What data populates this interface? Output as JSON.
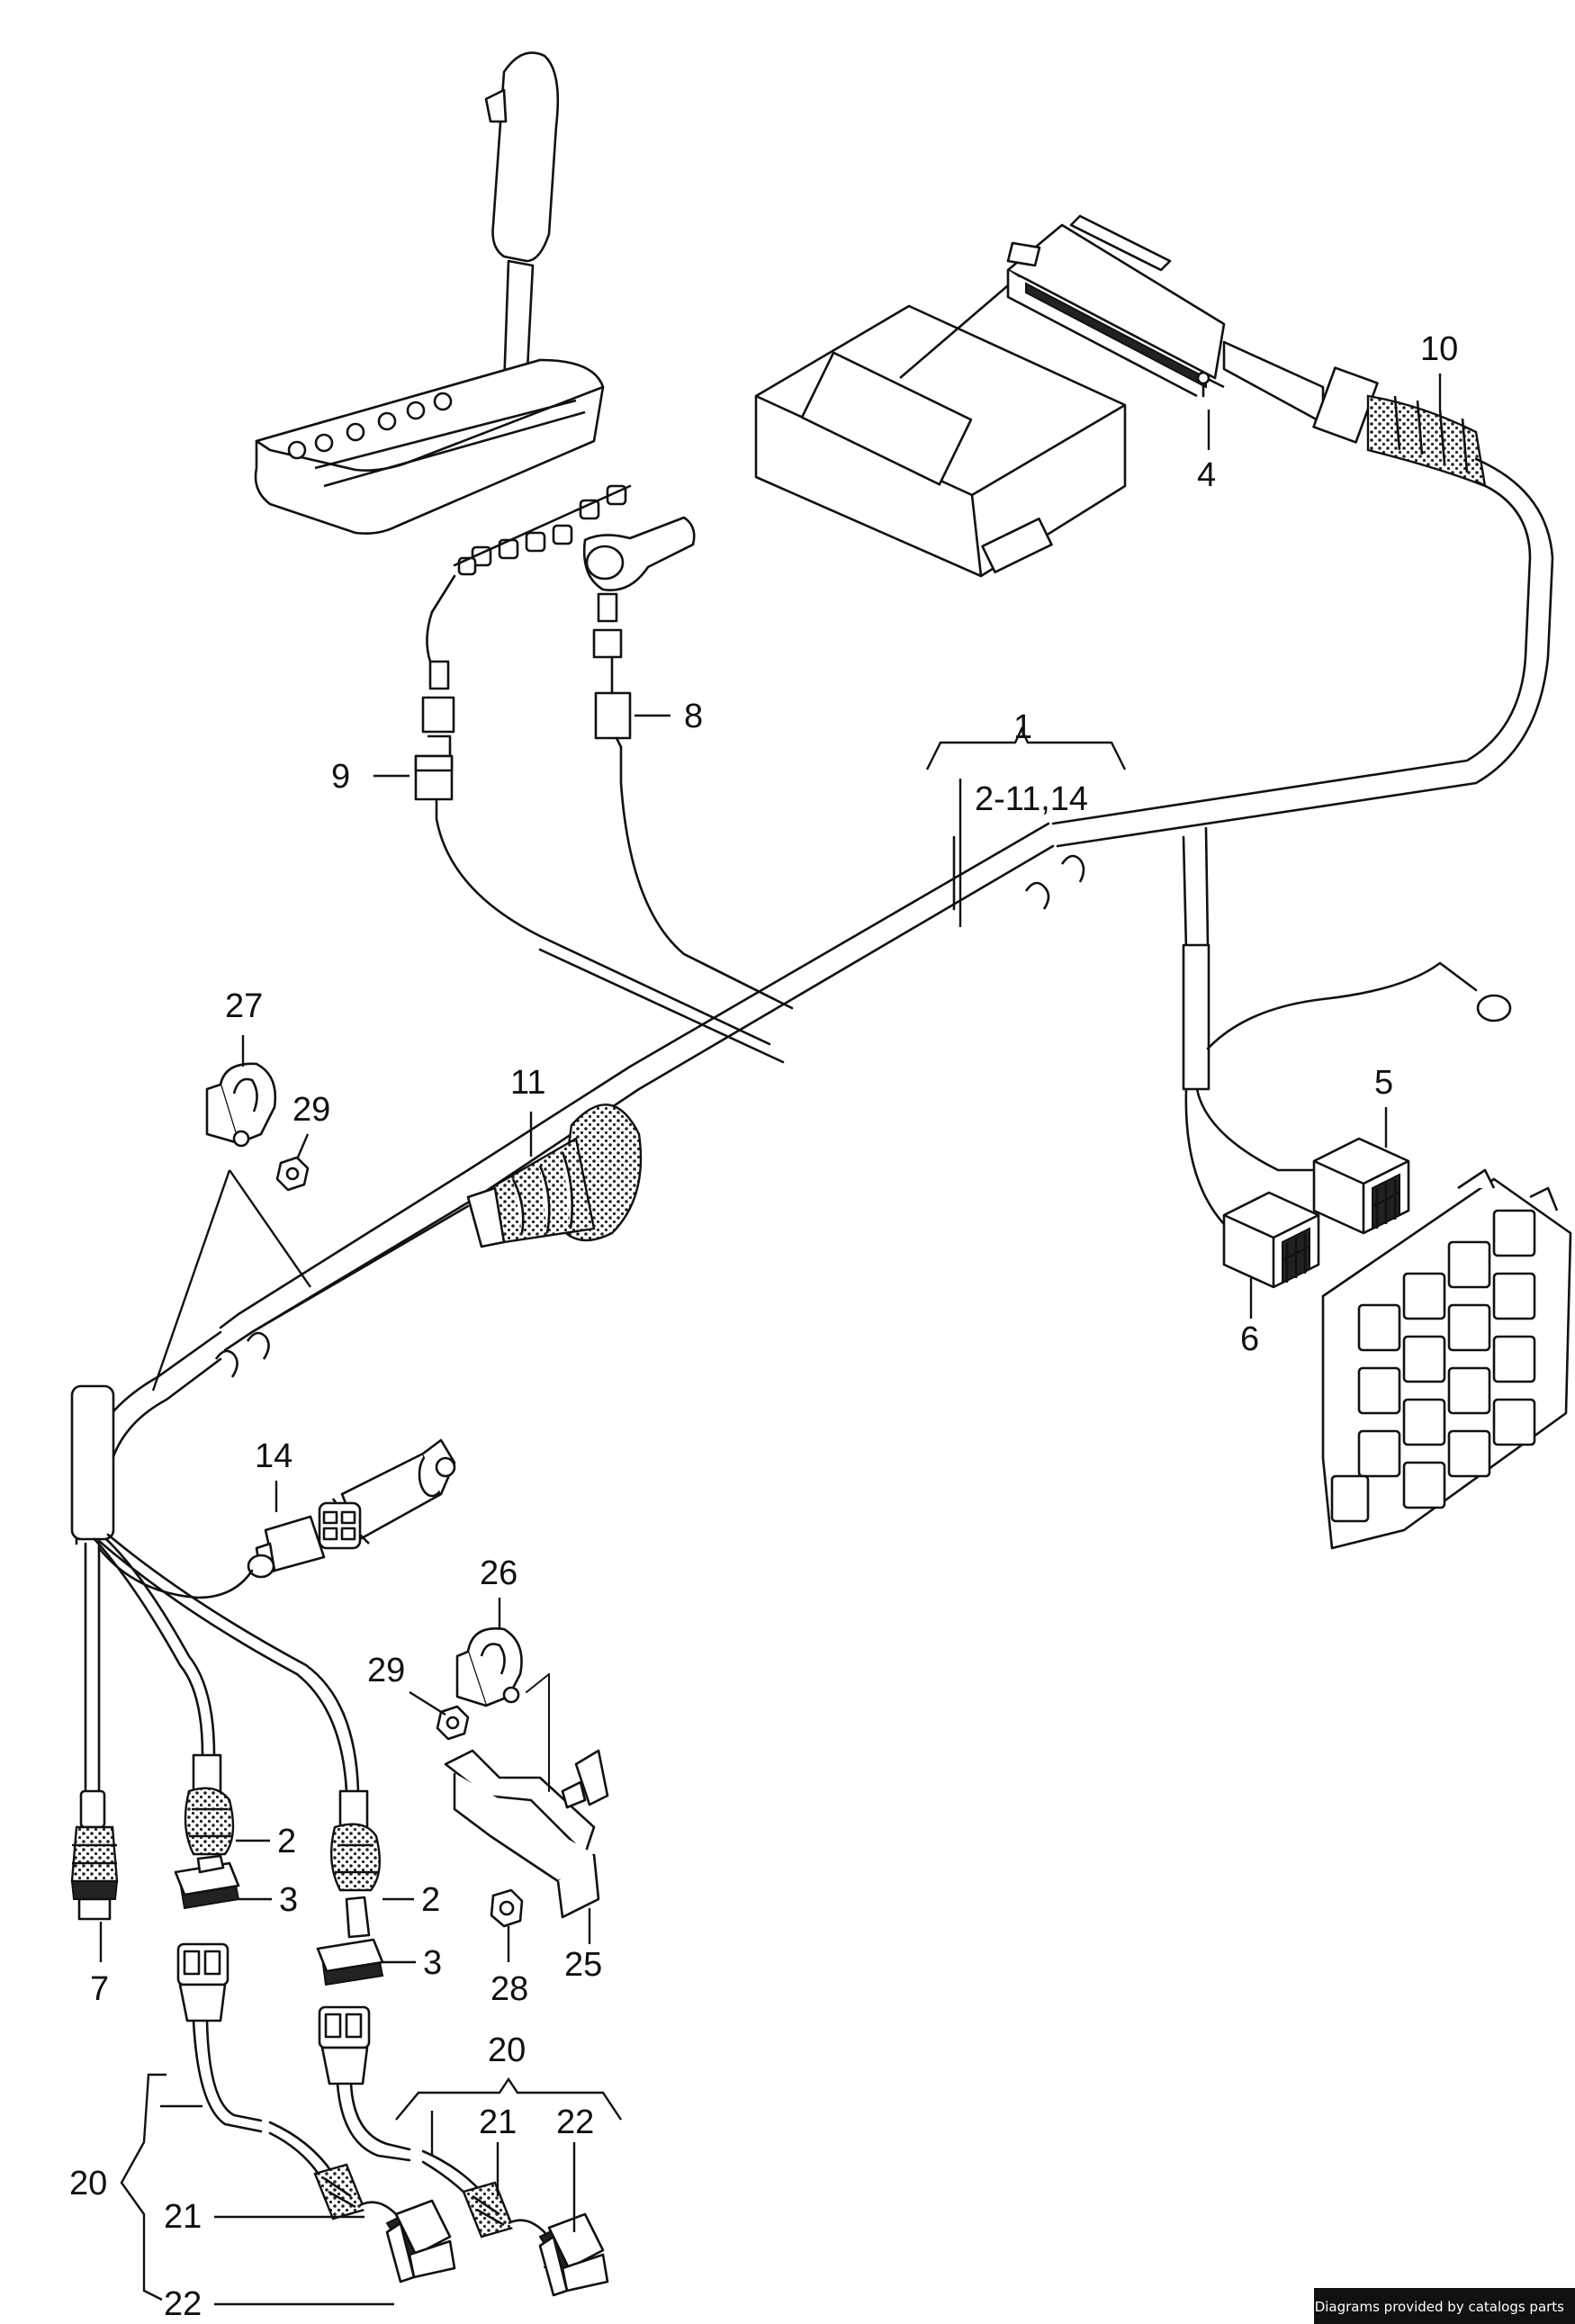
{
  "labels": {
    "l1": "1",
    "l1sub": "2-11,14",
    "l2a": "2",
    "l2b": "2",
    "l3a": "3",
    "l3b": "3",
    "l4": "4",
    "l5": "5",
    "l6": "6",
    "l7": "7",
    "l8": "8",
    "l9": "9",
    "l10": "10",
    "l11": "11",
    "l14": "14",
    "l20a": "20",
    "l20b": "20",
    "l21a": "21",
    "l21b": "21",
    "l22a": "22",
    "l22b": "22",
    "l25": "25",
    "l26": "26",
    "l27": "27",
    "l28": "28",
    "l29a": "29",
    "l29b": "29"
  },
  "footer": {
    "credit": "Diagrams provided by catalogs parts"
  }
}
